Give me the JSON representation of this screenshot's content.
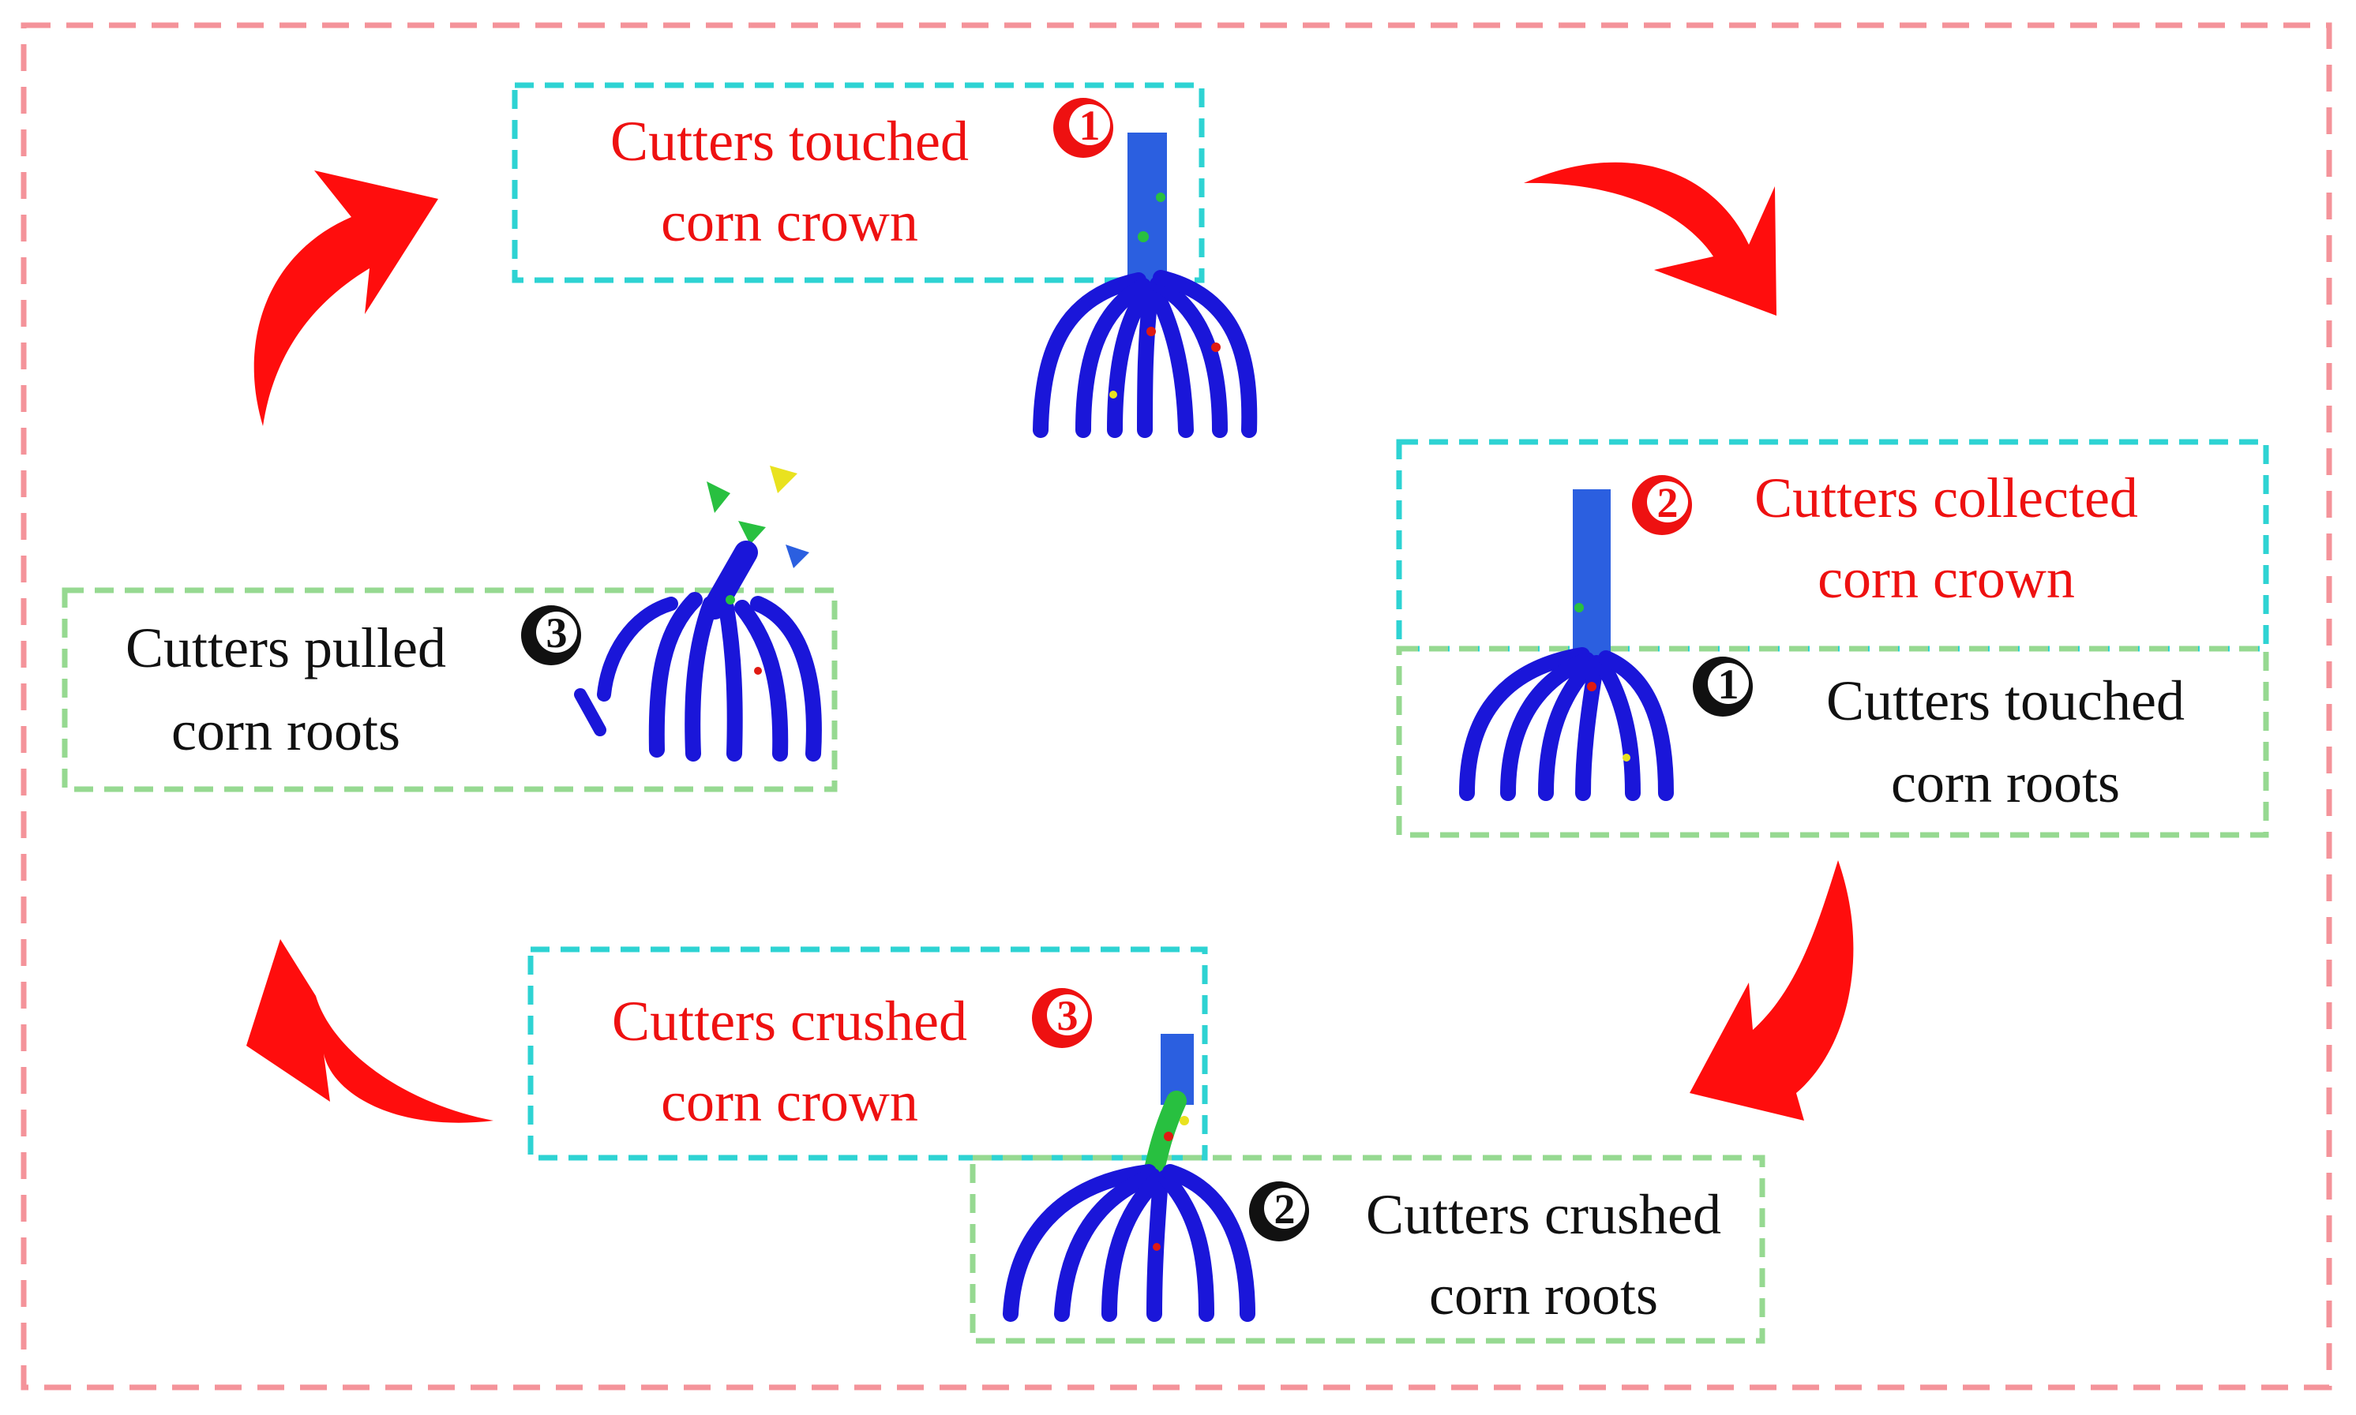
{
  "colors": {
    "outer_border": "#f4939a",
    "crown_box": "#2ed3d3",
    "roots_box": "#96d991",
    "arrow": "#ff0d0d",
    "crown_text": "#ee1111",
    "roots_text": "#111111",
    "root_blue": "#1a16d9",
    "stem_blue": "#2b5fe0",
    "speck_green": "#28c040",
    "speck_red": "#e01a12",
    "speck_yellow": "#e9e21f"
  },
  "labels": {
    "crown_touched": {
      "line1": "Cutters touched",
      "line2": "corn crown",
      "step": "1"
    },
    "crown_collected": {
      "line1": "Cutters collected",
      "line2": "corn crown",
      "step": "2"
    },
    "roots_touched": {
      "line1": "Cutters touched",
      "line2": "corn roots",
      "step": "1"
    },
    "crown_crushed": {
      "line1": "Cutters crushed",
      "line2": "corn crown",
      "step": "3"
    },
    "roots_crushed": {
      "line1": "Cutters crushed",
      "line2": "corn roots",
      "step": "2"
    },
    "roots_pulled": {
      "line1": "Cutters pulled",
      "line2": "corn roots",
      "step": "3"
    }
  },
  "icons": [
    "curved-arrow-icon",
    "step-number-icon",
    "corn-root-icon"
  ]
}
